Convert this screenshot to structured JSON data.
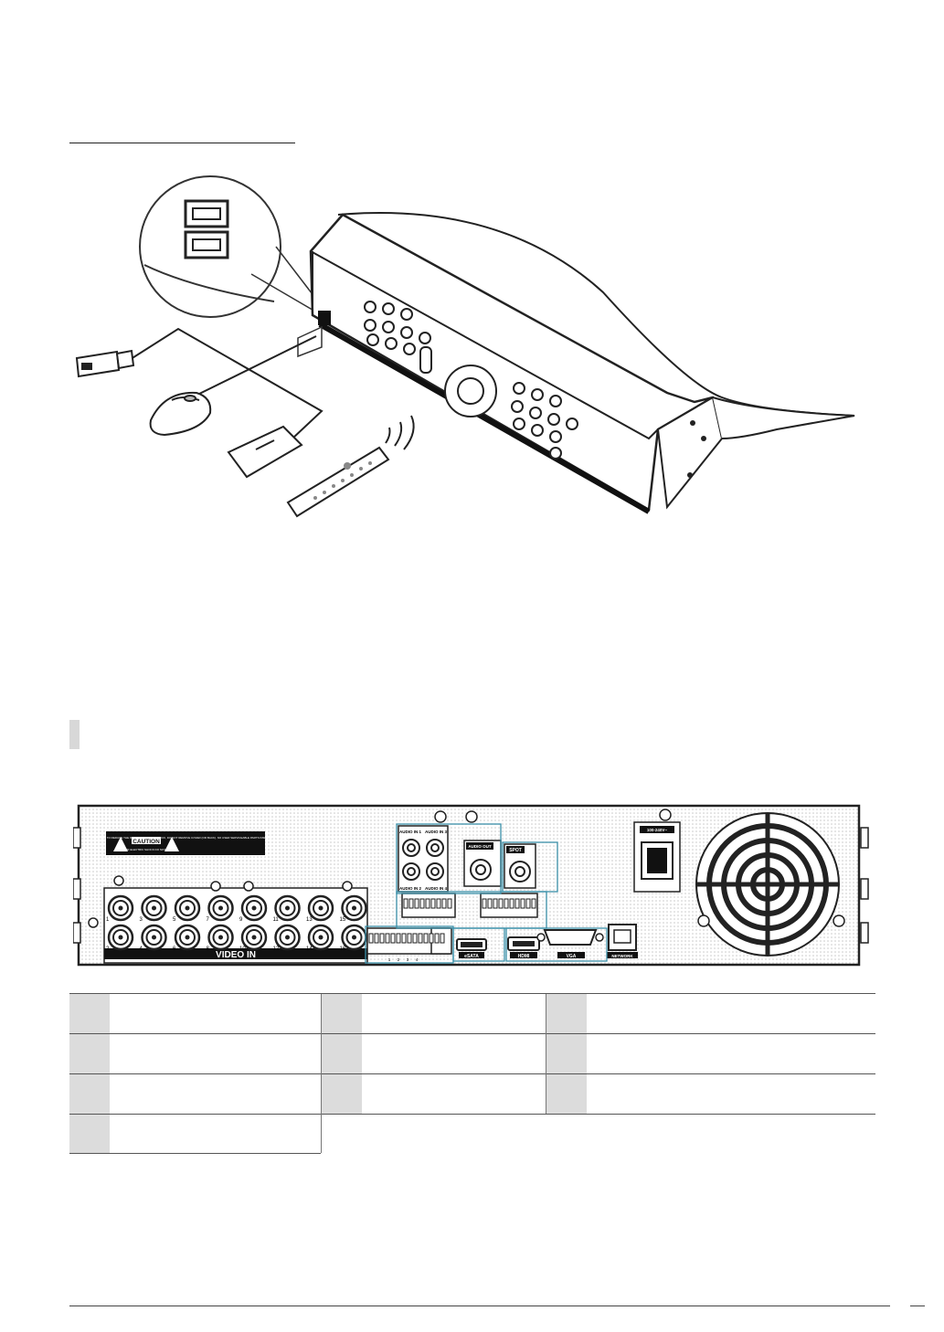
{
  "rear_panel": {
    "caution_label": "CAUTION",
    "caution_detail": "RISK OF ELECTRIC SHOCK DO NOT OPEN",
    "caution_text": "CAUTION : TO REDUCE THE RISK OF ELECTRIC SHOCK, DO NOT REMOVE COVER (OR BACK). NO USER SERVICEABLE PARTS INSIDE. REFER SERVICING TO QUALIFIED SERVICE PERSONNEL.",
    "video_in_label": "VIDEO IN",
    "channels_top": [
      "1",
      "3",
      "5",
      "7",
      "9",
      "11",
      "13",
      "15"
    ],
    "channels_bottom": [
      "2",
      "4",
      "6",
      "8",
      "10",
      "12",
      "14",
      "16"
    ],
    "audio_in_1": "AUDIO IN 1",
    "audio_in_2": "AUDIO IN 2",
    "audio_in_3": "AUDIO IN 3",
    "audio_in_4": "AUDIO IN 4",
    "audio_out": "AUDIO OUT",
    "spot": "SPOT",
    "power_rating": "100-240V~",
    "esata": "eSATA",
    "hdmi": "HDMI",
    "vga": "VGA",
    "network": "NETWORK",
    "terminal_numbers": [
      "1",
      "2",
      "3",
      "4"
    ]
  },
  "label_table": {
    "rows": [
      [
        "",
        "",
        "",
        "",
        "",
        ""
      ],
      [
        "",
        "",
        "",
        "",
        "",
        ""
      ],
      [
        "",
        "",
        "",
        "",
        "",
        ""
      ],
      [
        "",
        ""
      ]
    ]
  },
  "colors": {
    "highlight_box": "#3a8fa8",
    "number_cell": "#dcdcdc",
    "panel_dots": "#c9c9c9"
  }
}
